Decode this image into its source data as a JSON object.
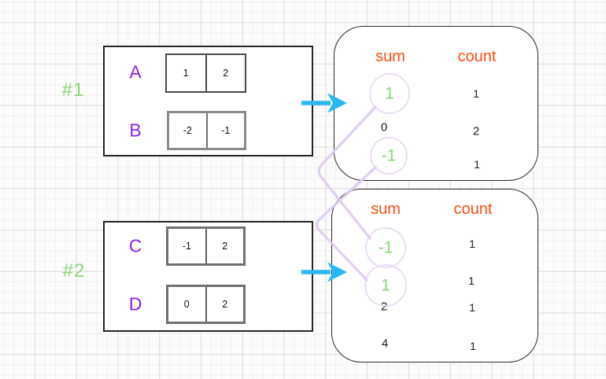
{
  "colors": {
    "purple": "#8e1fe9",
    "green": "#89d677",
    "orange": "#fd4e12",
    "cyan": "#29b8f0",
    "lavender": "#e9d8f4",
    "lavender_line": "#dfcbf0"
  },
  "ex1": {
    "label": "#1",
    "arrays": [
      {
        "name": "A",
        "cells": [
          "1",
          "2"
        ]
      },
      {
        "name": "B",
        "cells": [
          "-2",
          "-1"
        ]
      }
    ],
    "table": {
      "sum_header": "sum",
      "count_header": "count",
      "rows": [
        {
          "sum": "1",
          "count": "1",
          "highlight": true
        },
        {
          "sum": "0",
          "count": "2",
          "highlight": false
        },
        {
          "sum": "-1",
          "count": "1",
          "highlight": true
        }
      ]
    }
  },
  "ex2": {
    "label": "#2",
    "arrays": [
      {
        "name": "C",
        "cells": [
          "-1",
          "2"
        ]
      },
      {
        "name": "D",
        "cells": [
          "0",
          "2"
        ]
      }
    ],
    "table": {
      "sum_header": "sum",
      "count_header": "count",
      "rows": [
        {
          "sum": "-1",
          "count": "1",
          "highlight": true
        },
        {
          "sum": "1",
          "count": "1",
          "highlight": true
        },
        {
          "sum": "2",
          "count": "1",
          "highlight": false
        },
        {
          "sum": "4",
          "count": "1",
          "highlight": false
        }
      ]
    }
  }
}
